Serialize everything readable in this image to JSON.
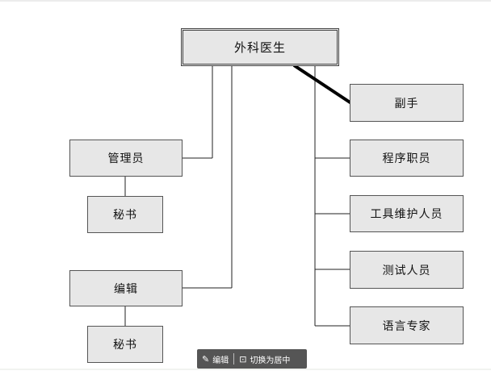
{
  "org_chart": {
    "root": "外科医生",
    "left": {
      "manager": "管理员",
      "manager_secretary": "秘书",
      "editor": "编辑",
      "editor_secretary": "秘书"
    },
    "right": {
      "assistant": "副手",
      "programmer": "程序职员",
      "tool_maintainer": "工具维护人员",
      "tester": "测试人员",
      "language_expert": "语言专家"
    }
  },
  "toolbar": {
    "edit_icon": "pencil-icon",
    "edit_label": "编辑",
    "center_icon": "align-center-icon",
    "center_label": "切换为居中"
  }
}
